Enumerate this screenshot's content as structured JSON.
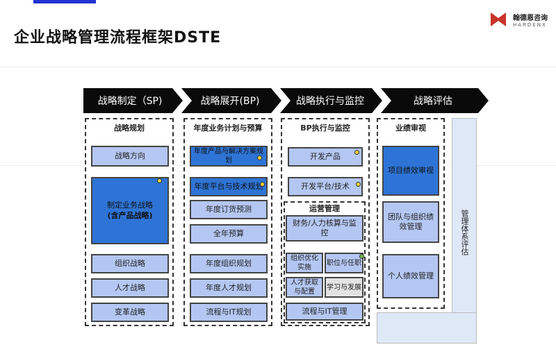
{
  "title": "企业战略管理流程框架DSTE",
  "logo": {
    "cn": "翰德恩咨询",
    "en": "HARDENX",
    "color": "#c8332b"
  },
  "colors": {
    "accent": "#2233d4",
    "arrow": "#0a0a0a",
    "light_box": "#b4c7f2",
    "dark_box": "#2e74d6",
    "dot": "#f1d33a"
  },
  "phases": [
    {
      "label": "战略制定（SP)"
    },
    {
      "label": "战略展开(BP)"
    },
    {
      "label": "战略执行与监控"
    },
    {
      "label": "战略评估"
    }
  ],
  "columns": [
    {
      "heading": "战略规划",
      "items": [
        "战略方向",
        "制定业务战略",
        "(含产品战略)",
        "组织战略",
        "人才战略",
        "变革战略"
      ]
    },
    {
      "heading": "年度业务计划与预算",
      "items": [
        "年度产品与解决方案规划",
        "年度平台与技术规划",
        "年度订货预测",
        "全年预算",
        "年度组织规划",
        "年度人才规划",
        "流程与IT规划"
      ]
    },
    {
      "heading": "BP执行与监控",
      "items": [
        "开发产品",
        "开发平台/技术"
      ],
      "ops": {
        "heading": "运营管理",
        "items": [
          "财务/人力核算与监控",
          "组织优化实施",
          "职位与任职",
          "人才获取与配置",
          "学习与发展",
          "流程与IT管理"
        ]
      }
    },
    {
      "heading": "业绩审视",
      "items": [
        "项目绩效审视",
        "团队与组织绩效管理",
        "个人绩效管理"
      ]
    }
  ],
  "side_label": "管理体系评估"
}
